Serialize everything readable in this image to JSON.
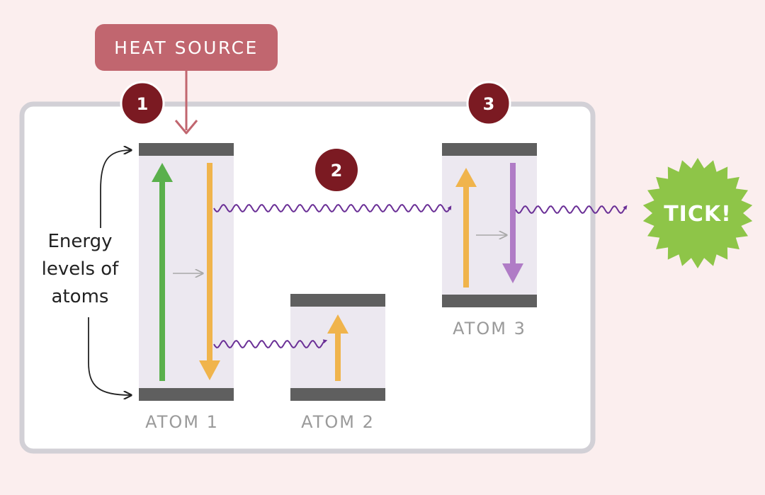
{
  "heat_source": {
    "label": "HEAT SOURCE"
  },
  "steps": [
    "1",
    "2",
    "3"
  ],
  "energy_label": {
    "lines": [
      "Energy",
      "levels of",
      "atoms"
    ]
  },
  "atoms": [
    {
      "label": "ATOM 1"
    },
    {
      "label": "ATOM 2"
    },
    {
      "label": "ATOM 3"
    }
  ],
  "tick": {
    "label": "TICK!"
  },
  "colors": {
    "background": "#fbeeee",
    "frame_border": "#d2d0d6",
    "frame_fill": "#ffffff",
    "heat_source": "#c1666f",
    "step_badge": "#7b1a22",
    "atom_column": "#ece8f0",
    "energy_level_bar": "#5f5f5f",
    "excite_arrow": "#5ab04c",
    "decay_arrow": "#f0b44c",
    "photon": "#6a2f96",
    "emit_arrow": "#b07cc6",
    "tick_burst": "#8ec548"
  }
}
